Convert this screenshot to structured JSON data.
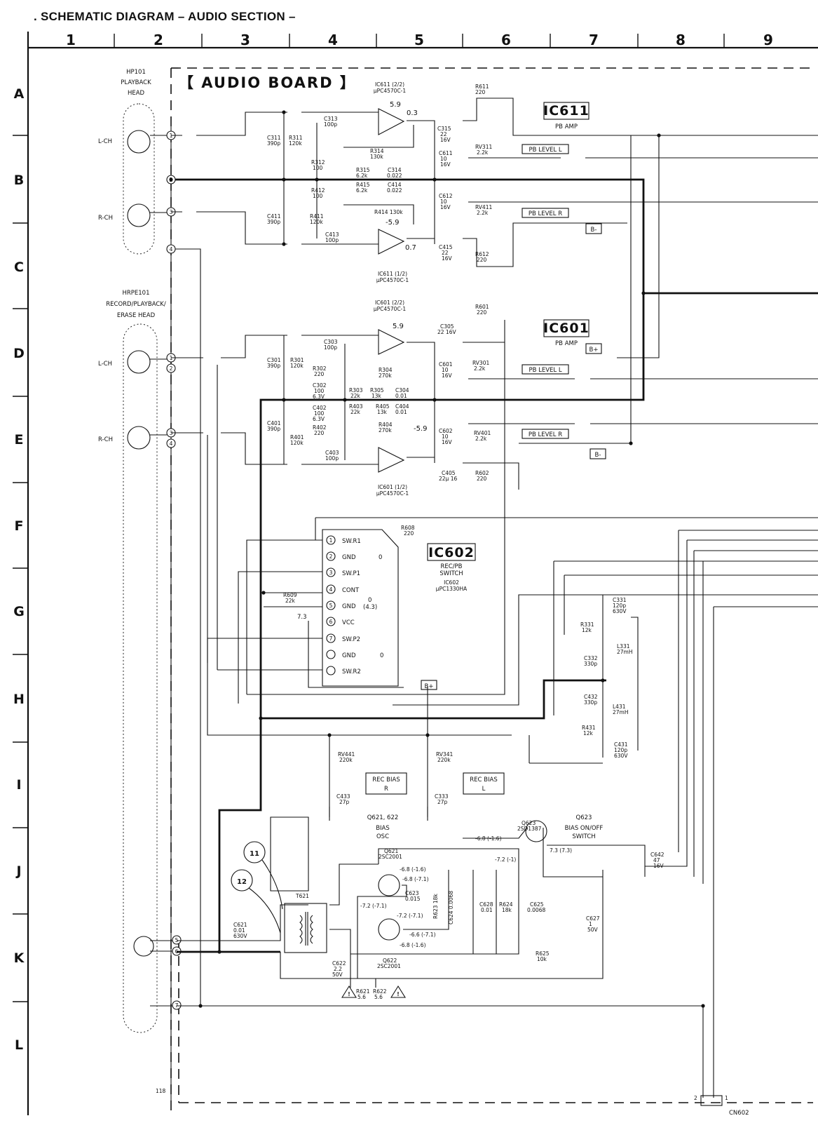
{
  "page_title": ". SCHEMATIC DIAGRAM – AUDIO SECTION –",
  "board_title": "【 AUDIO BOARD 】",
  "page_number": "118",
  "grid": {
    "columns": [
      "1",
      "2",
      "3",
      "4",
      "5",
      "6",
      "7",
      "8",
      "9"
    ],
    "rows": [
      "A",
      "B",
      "C",
      "D",
      "E",
      "F",
      "G",
      "H",
      "I",
      "J",
      "K",
      "L"
    ]
  },
  "heads": {
    "hp101": [
      "HP101",
      "PLAYBACK",
      "HEAD"
    ],
    "hrpe101": [
      "HRPE101",
      "RECORD/PLAYBACK/",
      "ERASE HEAD"
    ],
    "l_ch": "L-CH",
    "r_ch": "R-CH"
  },
  "ic611": {
    "label": "IC611",
    "desc": "PB AMP",
    "part_top": [
      "IC611 (2/2)",
      "μPC4570C-1"
    ],
    "part_bottom": [
      "IC611 (1/2)",
      "μPC4570C-1"
    ],
    "v_top": "5.9",
    "v_out_top": "0.3",
    "v_bottom": "-5.9",
    "v_out_bottom": "0.7"
  },
  "ic601": {
    "label": "IC601",
    "desc": "PB AMP",
    "part_top": [
      "IC601 (2/2)",
      "μPC4570C-1"
    ],
    "part_bottom": [
      "IC601 (1/2)",
      "μPC4570C-1"
    ],
    "v_top": "5.9",
    "v_bottom": "-5.9"
  },
  "ic602": {
    "label": "IC602",
    "desc": [
      "REC/PB",
      "SWITCH"
    ],
    "part": [
      "IC602",
      "μPC1330HA"
    ],
    "pins": [
      "SW.R1",
      "GND",
      "SW.P1",
      "CONT",
      "GND",
      "VCC",
      "SW.P2",
      "GND",
      "SW.R2"
    ],
    "v_group1": "0",
    "v_group2": "0",
    "v_cont": [
      "0",
      "(4.3)"
    ],
    "v_vcc": "7.3"
  },
  "signals": {
    "pb_level_l": "PB LEVEL L",
    "pb_level_r": "PB LEVEL R",
    "b_minus": "B-",
    "b_plus": "B+",
    "rec_bias_r": [
      "REC BIAS",
      "R"
    ],
    "rec_bias_l": [
      "REC BIAS",
      "L"
    ],
    "bias_osc": [
      "Q621, 622",
      "BIAS",
      "OSC"
    ],
    "bias_switch": [
      "Q623",
      "BIAS ON/OFF",
      "SWITCH"
    ],
    "cn602": "CN602"
  },
  "components": {
    "r611": [
      "R611",
      "220"
    ],
    "r612": [
      "R612",
      "220"
    ],
    "r601": [
      "R601",
      "220"
    ],
    "r602": [
      "R602",
      "220"
    ],
    "r608": [
      "R608",
      "220"
    ],
    "r609": [
      "R609",
      "22k"
    ],
    "c313": [
      "C313",
      "100p"
    ],
    "c311": [
      "C311",
      "390p"
    ],
    "r311": [
      "R311",
      "120k"
    ],
    "r312": [
      "R312",
      "100"
    ],
    "r314": [
      "R314",
      "130k"
    ],
    "r315": [
      "R315",
      "6.2k"
    ],
    "c314": [
      "C314",
      "0.022"
    ],
    "r415": [
      "R415",
      "6.2k"
    ],
    "c414": [
      "C414",
      "0.022"
    ],
    "r412": [
      "R412",
      "100"
    ],
    "r414": "R414 130k",
    "c411": [
      "C411",
      "390p"
    ],
    "r411": [
      "R411",
      "120k"
    ],
    "c413": [
      "C413",
      "100p"
    ],
    "c315": [
      "C315",
      "22",
      "16V"
    ],
    "c611": [
      "C611",
      "10",
      "16V"
    ],
    "c612": [
      "C612",
      "10",
      "16V"
    ],
    "c415": [
      "C415",
      "22",
      "16V"
    ],
    "rv311": [
      "RV311",
      "2.2k"
    ],
    "rv411": [
      "RV411",
      "2.2k"
    ],
    "c303": [
      "C303",
      "100p"
    ],
    "c301": [
      "C301",
      "390p"
    ],
    "r301": [
      "R301",
      "120k"
    ],
    "r302": [
      "R302",
      "220"
    ],
    "r304": [
      "R304",
      "270k"
    ],
    "r303": [
      "R303",
      "22k"
    ],
    "r305": [
      "R305",
      "13k"
    ],
    "c304": [
      "C304",
      "0.01"
    ],
    "c302": [
      "C302",
      "100",
      "6.3V"
    ],
    "c402": [
      "C402",
      "100",
      "6.3V"
    ],
    "r403": [
      "R403",
      "22k"
    ],
    "r405": [
      "R405",
      "13k"
    ],
    "c404": [
      "C404",
      "0.01"
    ],
    "r404": [
      "R404",
      "270k"
    ],
    "c401": [
      "C401",
      "390p"
    ],
    "r401": [
      "R401",
      "120k"
    ],
    "r402": [
      "R402",
      "220"
    ],
    "c403": [
      "C403",
      "100p"
    ],
    "c305": [
      "C305",
      "22 16V"
    ],
    "c601": [
      "C601",
      "10",
      "16V"
    ],
    "c602": [
      "C602",
      "10",
      "16V"
    ],
    "c405": [
      "C405",
      "22μ 16"
    ],
    "rv301": [
      "RV301",
      "2.2k"
    ],
    "rv401": [
      "RV401",
      "2.2k"
    ],
    "c331": [
      "C331",
      "120p",
      "630V"
    ],
    "r331": [
      "R331",
      "12k"
    ],
    "l331": [
      "L331",
      "27mH"
    ],
    "c332": [
      "C332",
      "330p"
    ],
    "c432": [
      "C432",
      "330p"
    ],
    "l431": [
      "L431",
      "27mH"
    ],
    "r431": [
      "R431",
      "12k"
    ],
    "c431": [
      "C431",
      "120p",
      "630V"
    ],
    "rv441": [
      "RV441",
      "220k"
    ],
    "rv341": [
      "RV341",
      "220k"
    ],
    "c433": [
      "C433",
      "27p"
    ],
    "c333": [
      "C333",
      "27p"
    ],
    "t621": "T621",
    "c621": [
      "C621",
      "0.01",
      "630V"
    ],
    "q621": [
      "Q621",
      "2SC2001"
    ],
    "q622": [
      "Q622",
      "2SC2001"
    ],
    "q623": [
      "Q623",
      "2SD1387"
    ],
    "c623": [
      "C623",
      "0.015"
    ],
    "r623": "R623 18k",
    "c624": "C624 0.0068",
    "c628": [
      "C628",
      "0.01"
    ],
    "r624": [
      "R624",
      "18k"
    ],
    "c625": [
      "C625",
      "0.0068"
    ],
    "c627": [
      "C627",
      "1",
      "50V"
    ],
    "r625": [
      "R625",
      "10k"
    ],
    "c622": [
      "C622",
      "2.2",
      "50V"
    ],
    "r621": [
      "R621",
      "5.6"
    ],
    "r622": [
      "R622",
      "5.6"
    ],
    "c642": [
      "C642",
      "47",
      "16V"
    ]
  },
  "voltages": {
    "q621_c": "-6.8 (-1.6)",
    "q621_b": "-6.8 (-7.1)",
    "q621_e": "-7.2 (-7.1)",
    "q622_c": "-7.2 (-7.1)",
    "q622_b": "-6.6 (-7.1)",
    "q622_e": "-6.8 (-1.6)",
    "q623_b": "-6.8 (-1.6)",
    "q623_e": "-7.2 (-1)",
    "q623_c": "7.3 (7.3)"
  },
  "callouts": [
    "11",
    "12"
  ],
  "connector_pins": [
    "1",
    "2",
    "3",
    "4",
    "5",
    "6",
    "7"
  ]
}
